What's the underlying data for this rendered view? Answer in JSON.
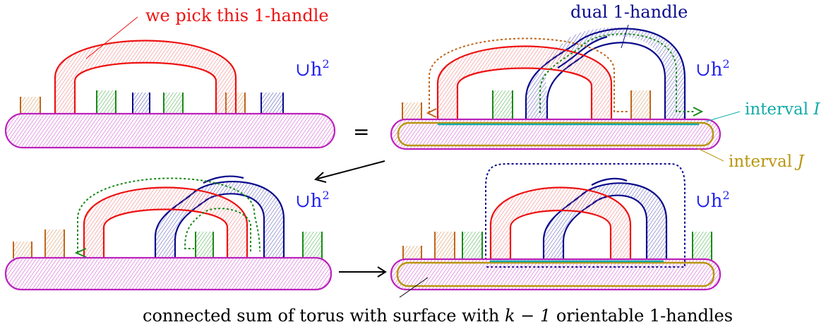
{
  "labels": {
    "pick": "we pick this 1-handle",
    "dual": "dual 1-handle",
    "cup_h2": "∪h",
    "sup": "2",
    "equals": "=",
    "interval_I": "interval ",
    "interval_I_var": "I",
    "interval_J": "interval ",
    "interval_J_var": "J",
    "caption_pre": "connected sum of torus with surface with ",
    "caption_math": "k − 1",
    "caption_post": " orientable 1-handles"
  },
  "colors": {
    "red": "#ee1111",
    "blue": "#0a0a8c",
    "green": "#1a8a1a",
    "orange": "#c0661a",
    "magenta": "#bb22bb",
    "cyan": "#11aaaa",
    "olive": "#b8960e",
    "brand_blue": "#2222ee"
  }
}
